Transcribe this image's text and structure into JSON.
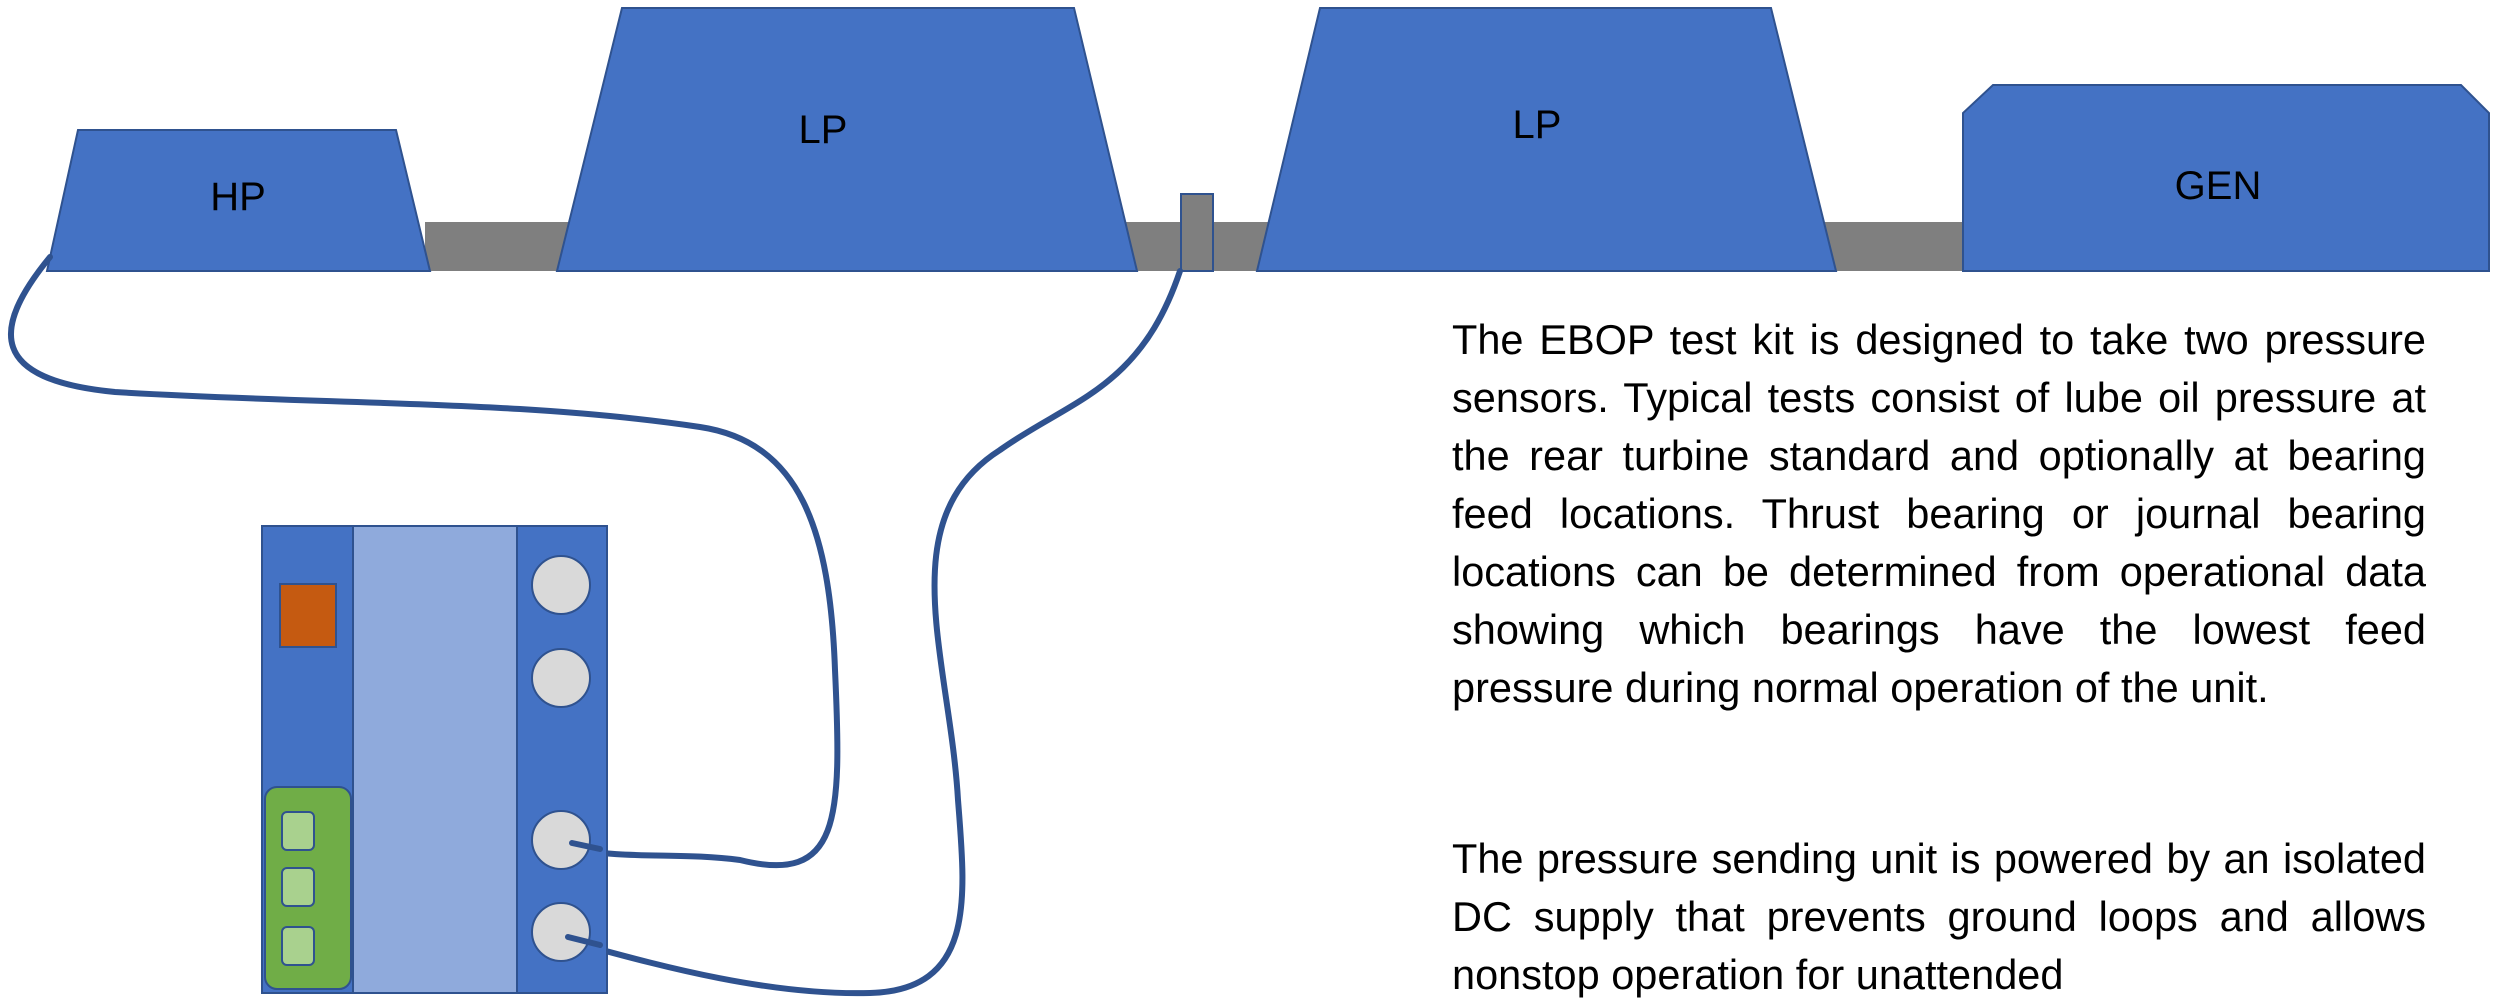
{
  "colors": {
    "turbine_fill": "#4472c4",
    "turbine_stroke": "#2f528f",
    "shaft_fill": "#7f7f7f",
    "cable": "#2f528f",
    "kit_body": "#4472c4",
    "kit_panel": "#8faadc",
    "kit_port": "#d9d9d9",
    "kit_indicator": "#c55a11",
    "kit_terminal_block": "#70ad47",
    "kit_terminal": "#a9d18e"
  },
  "turbine_labels": {
    "hp": "HP",
    "lp1": "LP",
    "lp2": "LP",
    "gen": "GEN"
  },
  "text": {
    "paragraph_1": "The EBOP test kit is designed to take two pressure sensors. Typical tests consist of lube oil pressure at the rear turbine standard and optionally at bearing feed locations. Thrust bearing or journal bearing locations can be determined from operational data showing which bearings have the lowest feed pressure during normal operation of the unit.",
    "paragraph_2": "The pressure sending unit is powered by an isolated DC supply that prevents ground loops and allows nonstop operation for unattended"
  }
}
